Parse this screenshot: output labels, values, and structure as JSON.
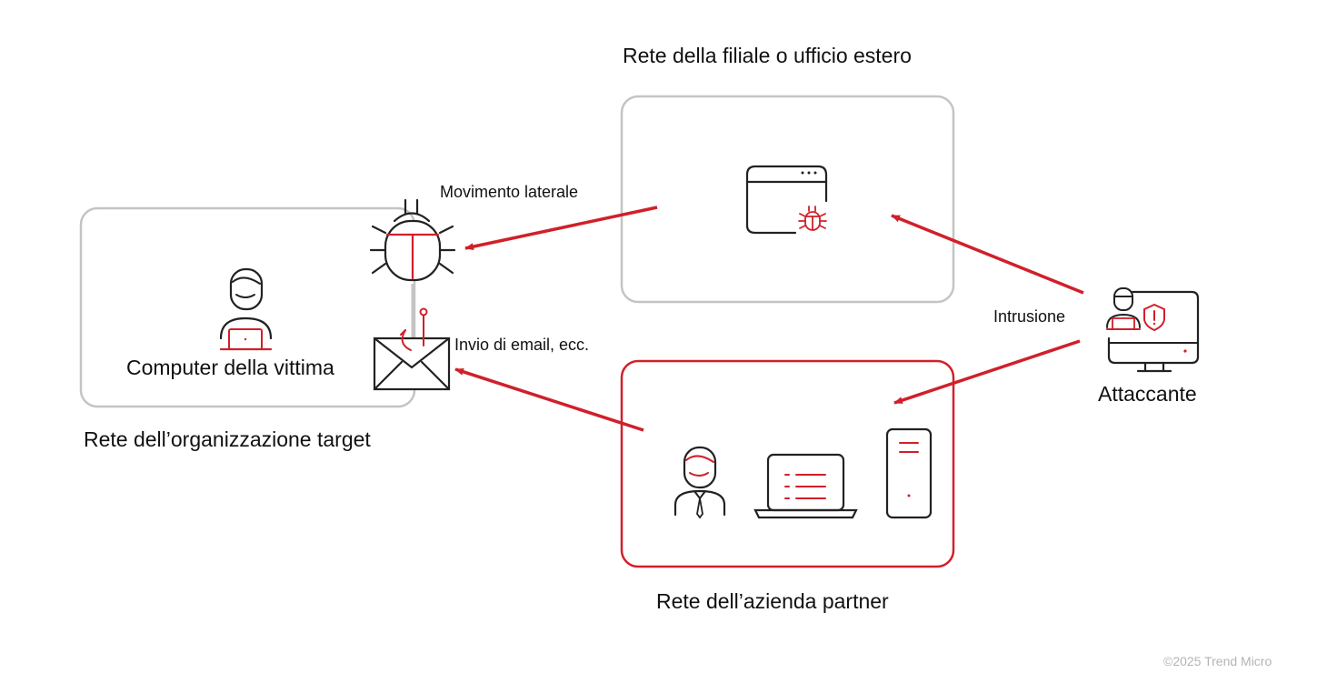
{
  "labels": {
    "branch_network": "Rete della filiale o ufficio estero",
    "lateral_movement": "Movimento laterale",
    "victim_computer": "Computer della vittima",
    "target_org_network": "Rete dell’organizzazione target",
    "email_sending": "Invio di email, ecc.",
    "intrusion": "Intrusione",
    "attacker": "Attaccante",
    "partner_network": "Rete dell’azienda partner"
  },
  "copyright": "©2025 Trend Micro",
  "colors": {
    "accent": "#d0202a",
    "stroke": "#222222",
    "box_gray": "#c4c4c4",
    "copyright": "#b4b4b4"
  },
  "icons": {
    "bug": "bug-icon",
    "email": "email-icon",
    "victim": "user-laptop-icon",
    "infected_window": "browser-window-bug-icon",
    "attacker": "hacker-monitor-icon",
    "partner_user": "businessman-icon",
    "partner_laptop": "laptop-icon",
    "partner_phone": "mobile-device-icon"
  }
}
